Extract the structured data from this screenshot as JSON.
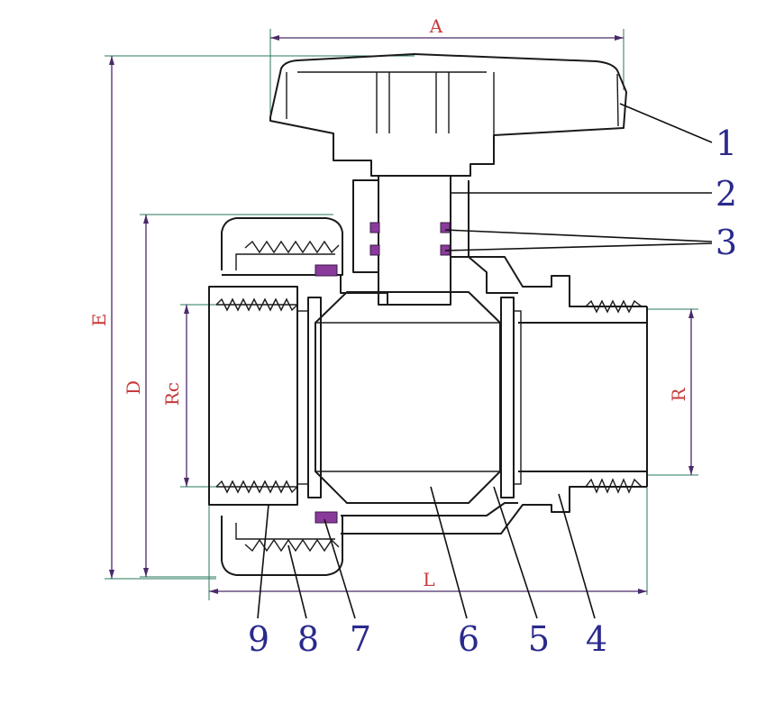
{
  "dimensions": {
    "A": "A",
    "E": "E",
    "D": "D",
    "Rc": "Rc",
    "R": "R",
    "L": "L"
  },
  "part_numbers": [
    "1",
    "2",
    "3",
    "4",
    "5",
    "6",
    "7",
    "8",
    "9"
  ],
  "colors": {
    "dimension_text": "#c83a3a",
    "part_number_text": "#2a2a8c",
    "seal_fill": "#8a3a9a",
    "outline": "#1a1a1a"
  }
}
